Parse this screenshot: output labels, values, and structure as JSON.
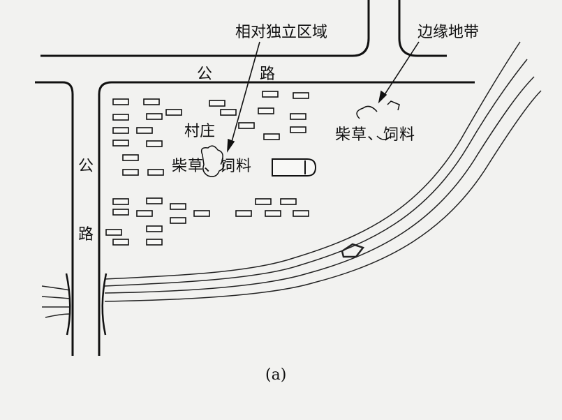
{
  "labels": {
    "independent_area": "相对独立区域",
    "edge_zone": "边缘地带",
    "road_top_1": "公",
    "road_top_2": "路",
    "road_left_1": "公",
    "road_left_2": "路",
    "village": "村庄",
    "fodder_inner": "柴草、饲料",
    "fodder_edge": "柴草、饲料",
    "caption": "(a)"
  }
}
